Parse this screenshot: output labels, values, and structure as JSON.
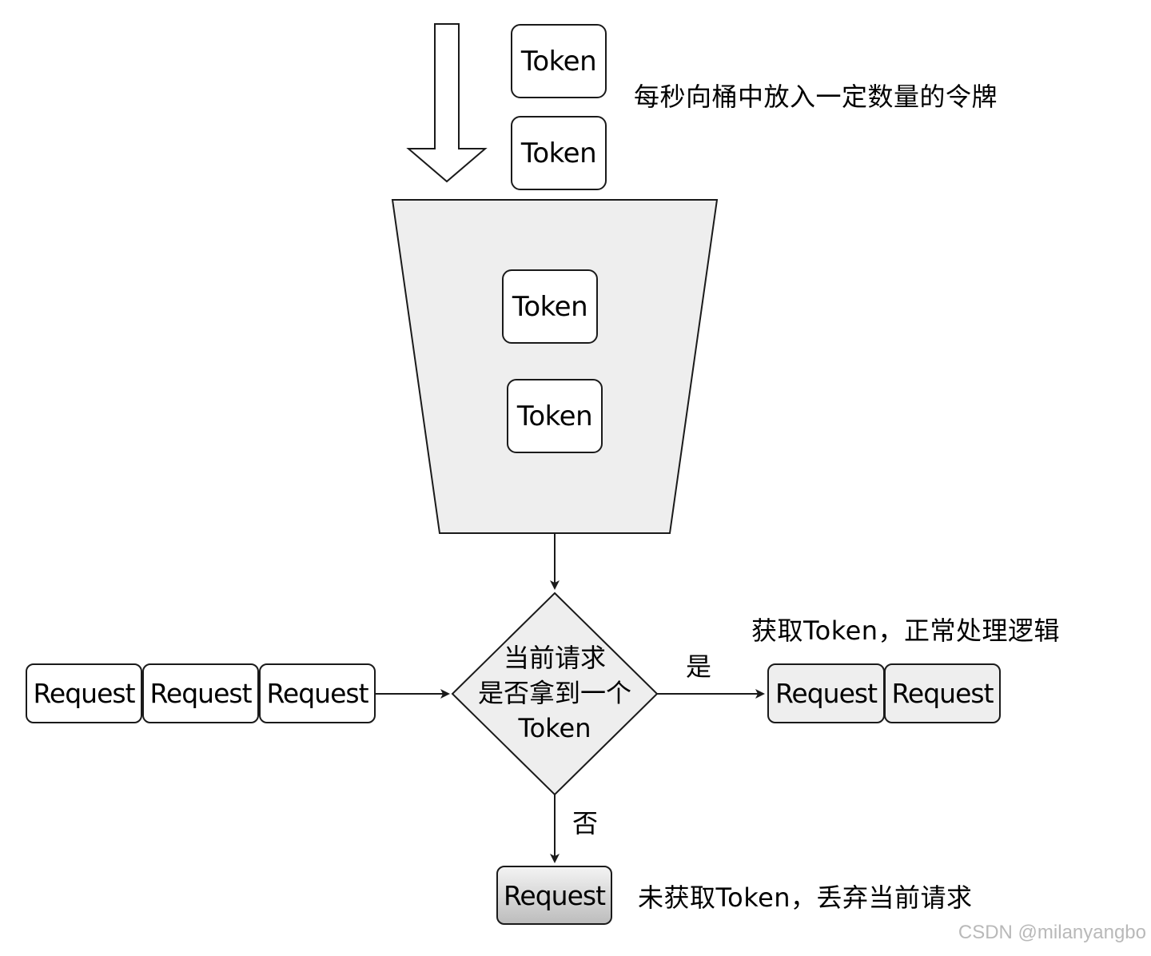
{
  "tokens": {
    "falling_1": "Token",
    "falling_2": "Token",
    "bucket_1": "Token",
    "bucket_2": "Token"
  },
  "labels": {
    "fill_rate": "每秒向桶中放入一定数量的令牌",
    "decision_line1": "当前请求",
    "decision_line2": "是否拿到一个",
    "decision_line3": "Token",
    "yes": "是",
    "no": "否",
    "accepted": "获取Token，正常处理逻辑",
    "rejected": "未获取Token，丢弃当前请求"
  },
  "requests": {
    "incoming": [
      "Request",
      "Request",
      "Request"
    ],
    "accepted": [
      "Request",
      "Request"
    ],
    "rejected": "Request"
  },
  "watermark": "CSDN @milanyangbo",
  "colors": {
    "stroke": "#1a1a1a",
    "bucket_fill": "#eeeeee",
    "accepted_fill": "#eeeeee",
    "rejected_fill_top": "#f3f3f3",
    "rejected_fill_bottom": "#bdbdbd"
  }
}
